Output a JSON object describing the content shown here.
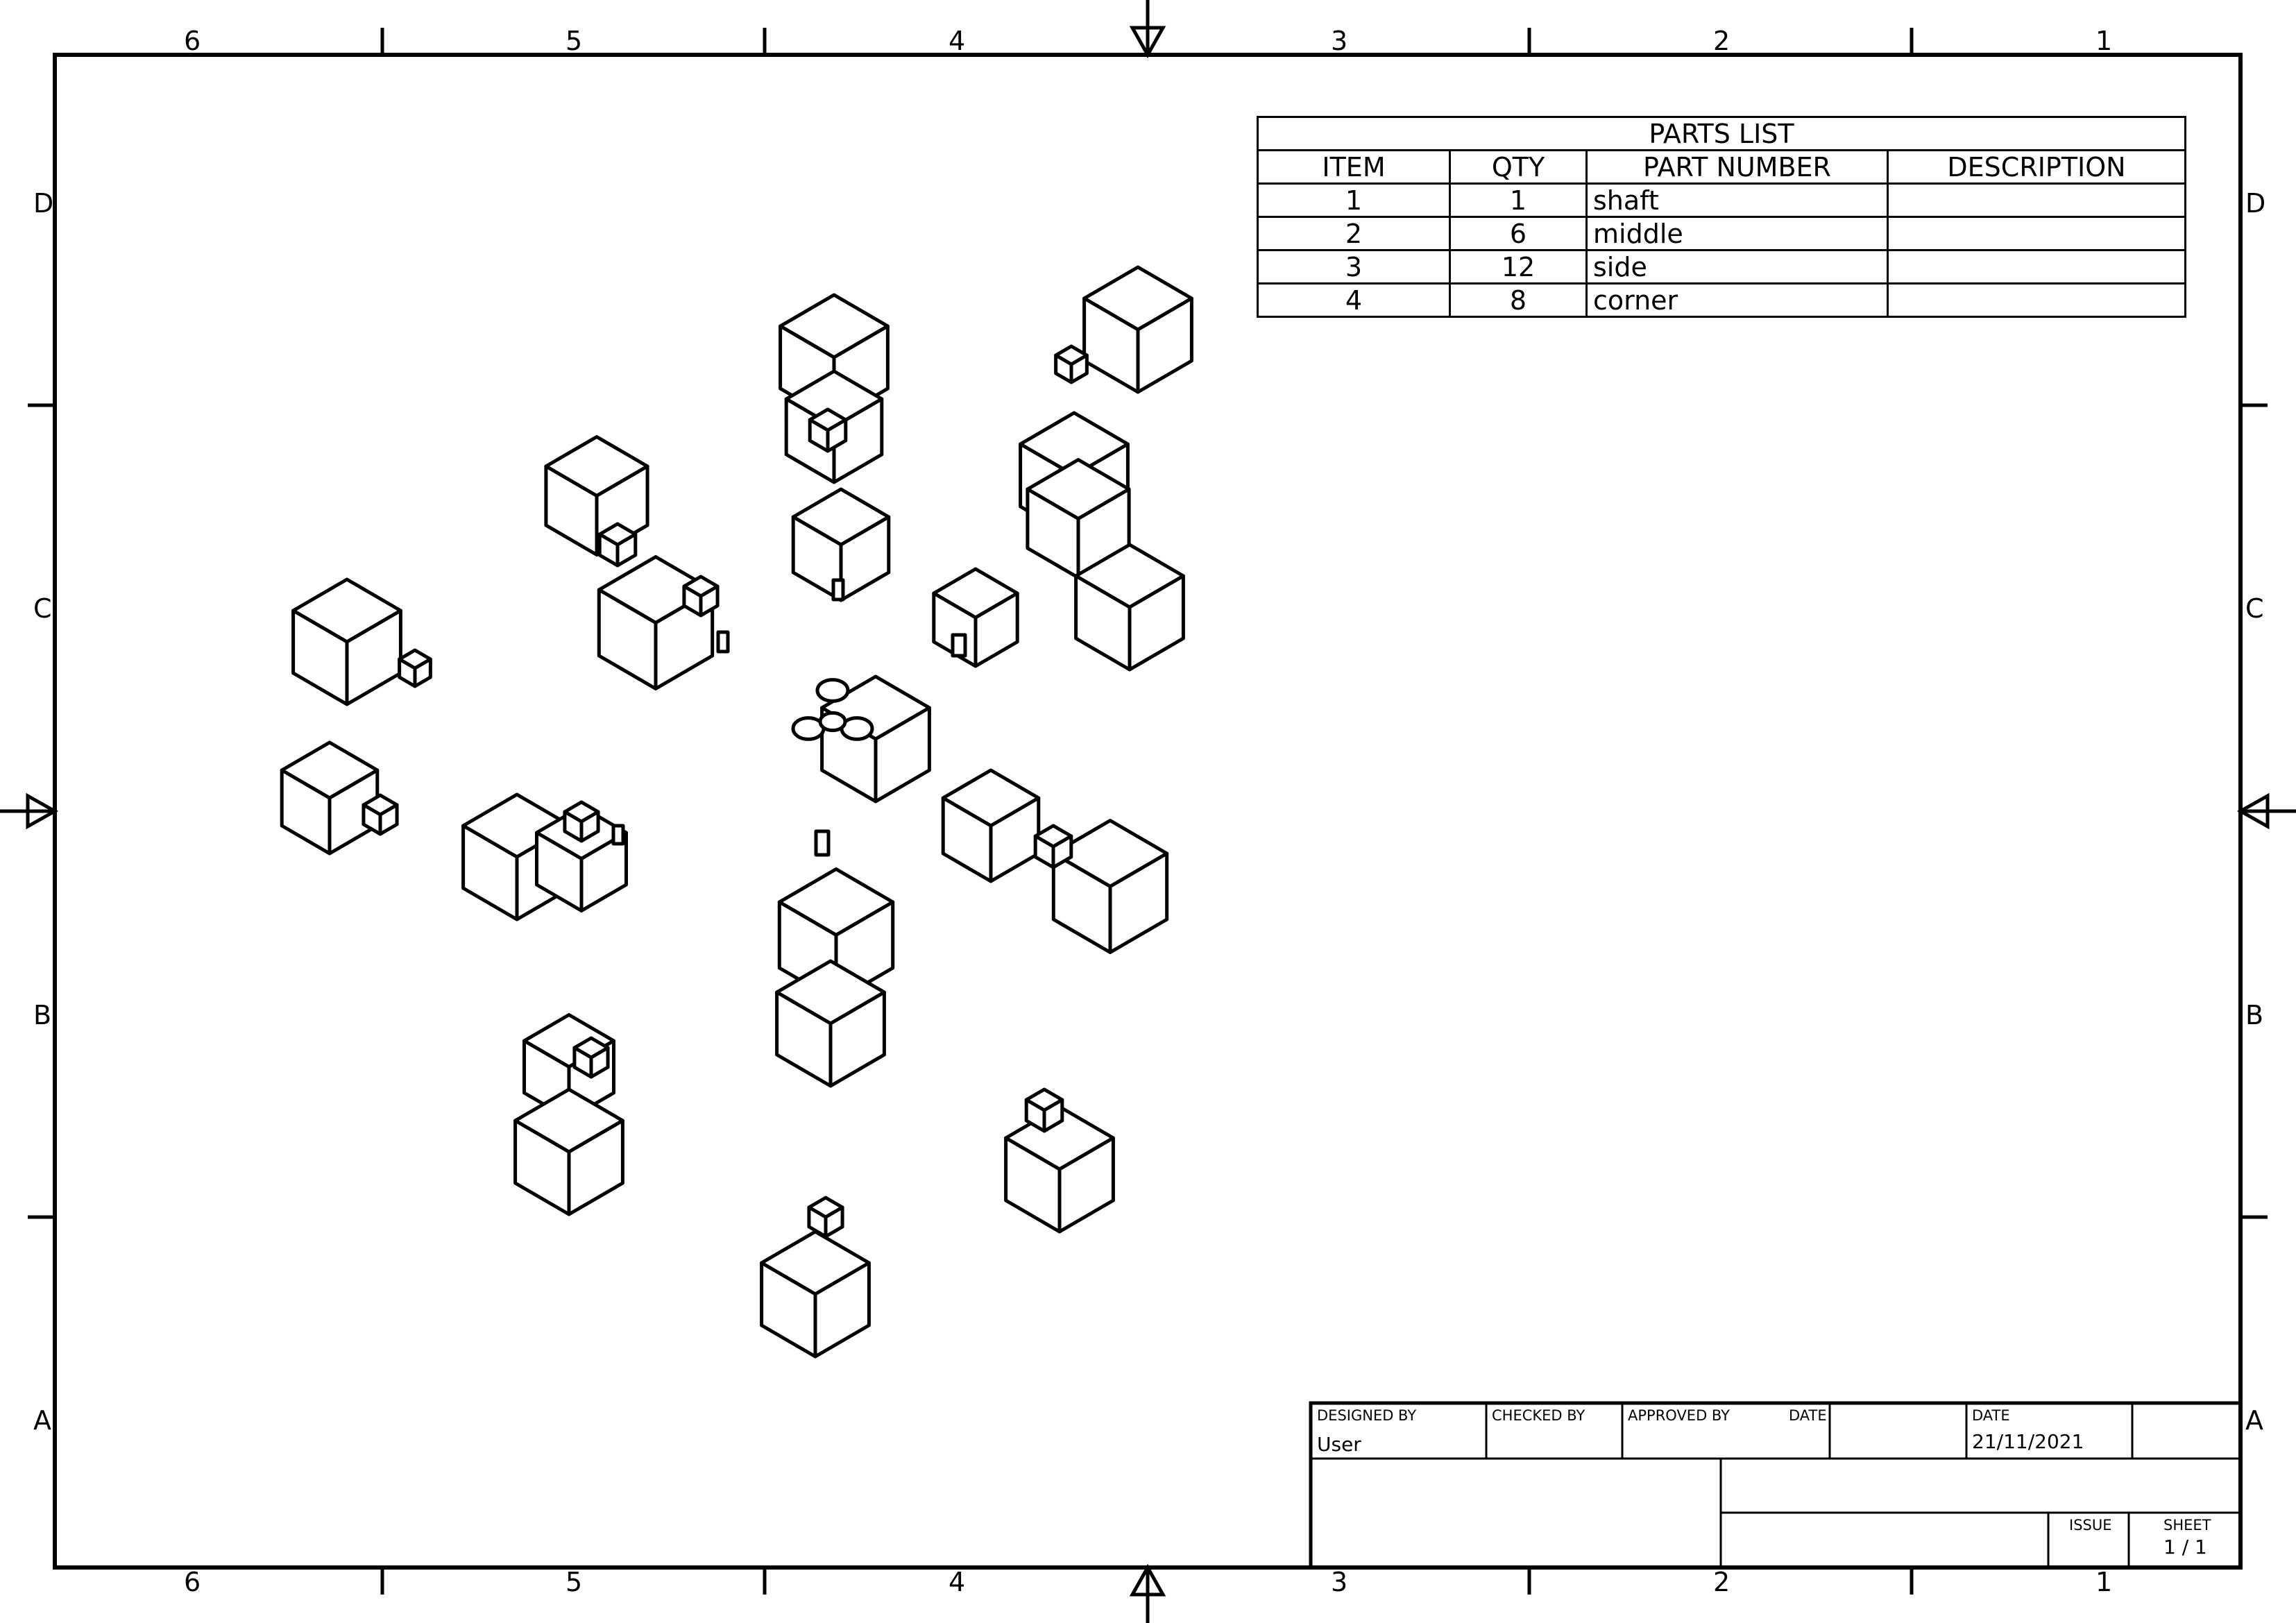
{
  "border": {
    "columns": [
      "6",
      "5",
      "4",
      "3",
      "2",
      "1"
    ],
    "rows": [
      "D",
      "C",
      "B",
      "A"
    ]
  },
  "parts_list": {
    "title": "PARTS LIST",
    "headers": [
      "ITEM",
      "QTY",
      "PART NUMBER",
      "DESCRIPTION"
    ],
    "rows": [
      [
        "1",
        "1",
        "shaft",
        ""
      ],
      [
        "2",
        "6",
        "middle",
        ""
      ],
      [
        "3",
        "12",
        "side",
        ""
      ],
      [
        "4",
        "8",
        "corner",
        ""
      ]
    ]
  },
  "title_block": {
    "designed_by_label": "DESIGNED BY",
    "designed_by": "User",
    "checked_by_label": "CHECKED BY",
    "approved_by_label": "APPROVED BY",
    "date_label_1": "DATE",
    "date_label_2": "DATE",
    "date": "21/11/2021",
    "issue_label": "ISSUE",
    "sheet_label": "SHEET",
    "sheet": "1 / 1"
  }
}
